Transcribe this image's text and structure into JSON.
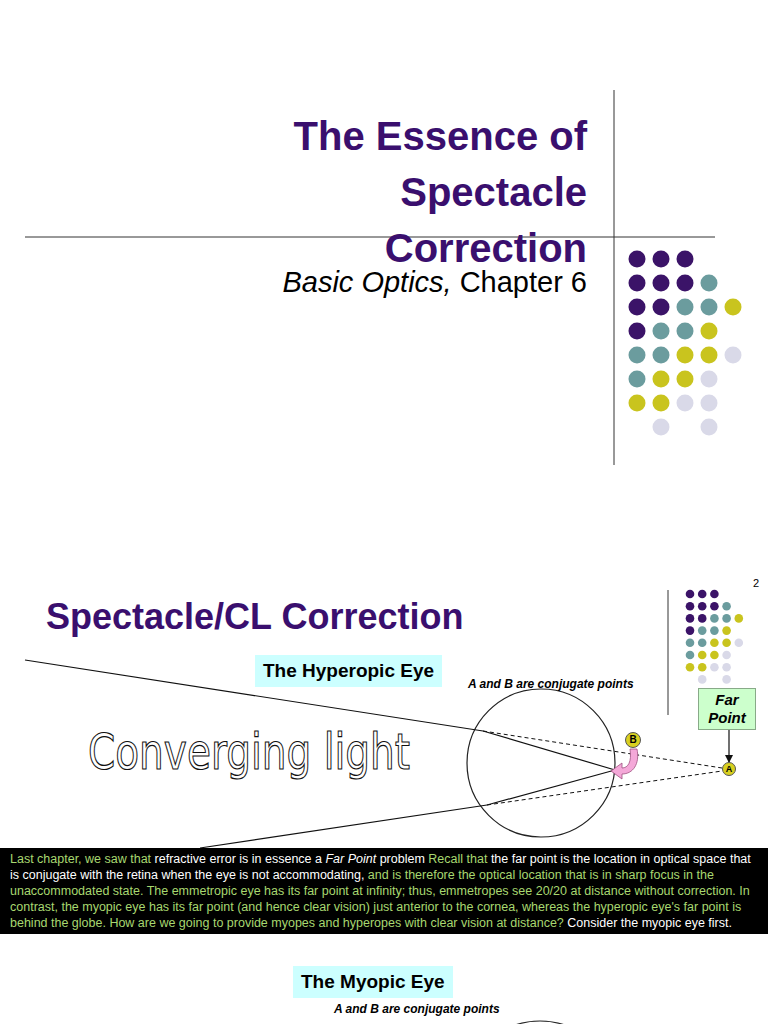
{
  "diagram": {
    "title": "The Essence of Spectacle Correction",
    "nodes": [
      {
        "text": [
          "The Hyperopic Eye"
        ]
      },
      {
        "text": [
          "Far Point"
        ]
      },
      {
        "text": [
          "A"
        ]
      },
      {
        "text": [
          "B"
        ]
      },
      {
        "text": [
          "Last chapter, we saw that",
          "refractive error is in essence a",
          "Far Point",
          "problem",
          "Recall that",
          "the far point is the location in optical space that is conjugate with the retina when the eye is not accommodating,",
          "and is therefore the optical location that is in sharp focus in the unaccommodated state. The emmetropic eye has its far point at infinity; thus, emmetropes see 20/20 at distance without correction. In contrast, the myopic eye has its far point (and hence clear vision) just anterior to the cornea, whereas the hyperopic eye's far point is behind the globe. How are we going to provide myopes and hyperopes with clear vision at distance?",
          "Consider the myopic eye first."
        ]
      },
      {
        "text": [
          "The Myopic Eye"
        ]
      }
    ],
    "edges": [
      {
        "from": 1,
        "to": 2,
        "arrow": "to"
      }
    ],
    "labels": [
      "Basic Optics,",
      "Chapter 6",
      "2",
      "Spectacle/CL Correction",
      "A and B are conjugate points",
      "Converging light",
      "A and B are conjugate points"
    ]
  }
}
